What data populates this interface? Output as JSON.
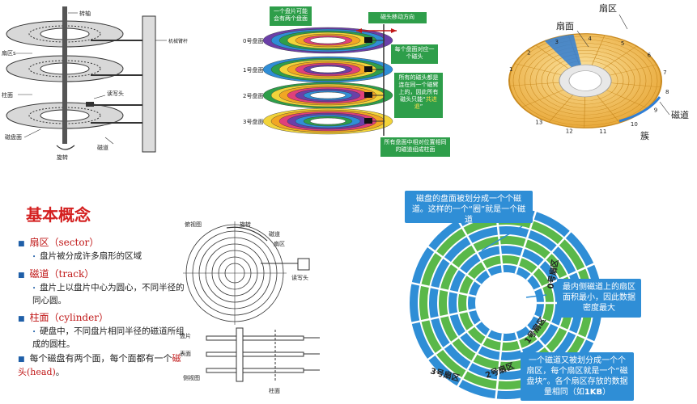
{
  "panel1": {
    "spindle": "转轴",
    "arm": "机械臂杆",
    "sector": "扇区s",
    "read_head": "读写头",
    "cylinder": "柱面",
    "surface": "磁盘面",
    "rotate": "旋转",
    "track": "磁道"
  },
  "panel2": {
    "callout_top": "一个盘片可能会有两个盘面",
    "head_move": "磁头移动方向",
    "face0": "0号盘面",
    "face1": "1号盘面",
    "face2": "2号盘面",
    "face3": "3号盘面",
    "callout_head": "每个盘面对应一个磁头",
    "callout_arm_a": "所有的磁头都是连在同一个磁臂上的，因此所有磁头只能“",
    "callout_arm_b": "共进退",
    "callout_arm_c": "”",
    "callout_bottom": "所有盘面中相对位置相同的磁道组成柱面"
  },
  "panel3": {
    "sector": "扇区",
    "sector_face": "扇面",
    "track": "磁道",
    "cluster": "簇",
    "numbers": [
      "1",
      "2",
      "3",
      "4",
      "5",
      "6",
      "7",
      "8",
      "9",
      "10",
      "11",
      "12",
      "13"
    ]
  },
  "concepts": {
    "heading": "基本概念",
    "sector_term": "扇区（sector）",
    "sector_desc": "盘片被分成许多扇形的区域",
    "track_term": "磁道（track）",
    "track_desc": "盘片上以盘片中心为圆心，不同半径的同心圆。",
    "cyl_term": "柱面（cylinder）",
    "cyl_desc": "硬盘中，不同盘片相同半径的磁道所组成的圆柱。",
    "head_pre": "每个磁盘有两个面，每个面都有一个",
    "head_term": "磁头(head)",
    "head_post": "。"
  },
  "panel4": {
    "side_view": "俯视图",
    "rotate": "旋转",
    "track": "磁道",
    "sector": "扇区",
    "read_head": "读写头",
    "platter": "盘片",
    "surface": "表面",
    "front_view": "侧视图",
    "cylinder": "柱面"
  },
  "panel5": {
    "callout_top": "磁盘的盘面被划分成一个个磁道。这样的一个“圈”就是一个磁道",
    "callout_mid": "最内侧磁道上的扇区面积最小，因此数据密度最大",
    "callout_bottom_a": "一个磁道又被划分成一个个扇区，每个扇区就是一个“磁盘块”。各个扇区存放的数据量相同（如",
    "callout_bottom_b": "1KB",
    "callout_bottom_c": "）",
    "sector0": "0号扇区",
    "sector1": "1号扇区",
    "sector2": "2号扇区",
    "sector3": "3号扇区"
  },
  "colors": {
    "green": "#2e9e4a",
    "blue": "#2f8ed6",
    "red": "#c01818",
    "orange": "#f2a623",
    "purple": "#6b3fa8"
  }
}
